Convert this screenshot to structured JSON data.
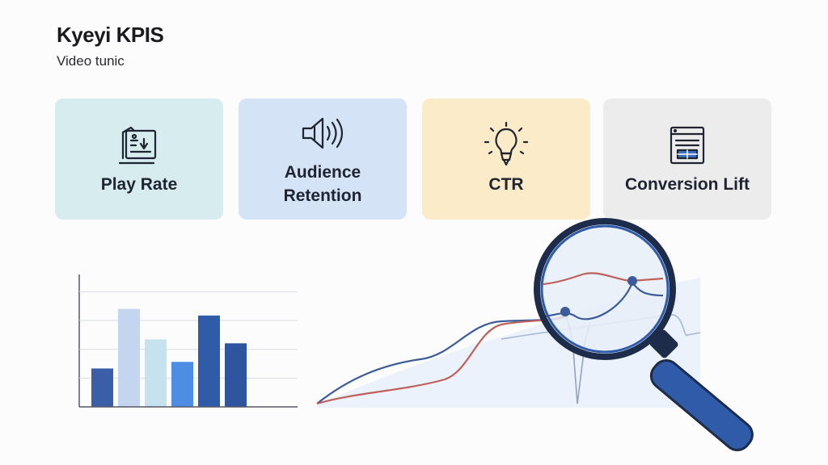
{
  "header": {
    "title": "Kyeyi KPIS",
    "subtitle": "Video tunic"
  },
  "cards": [
    {
      "label": "Play Rate",
      "icon": "dashboard-screen-icon",
      "color": "#d6ecef"
    },
    {
      "label": "Audience\nRetention",
      "icon": "speaker-icon",
      "color": "#d4e3f6"
    },
    {
      "label": "CTR",
      "icon": "lightbulb-icon",
      "color": "#fbebc9"
    },
    {
      "label": "Conversion Lift",
      "icon": "browser-window-icon",
      "color": "#ececed"
    }
  ],
  "colors": {
    "bar_light": "#c3d5ef",
    "bar_mid": "#4d8ee4",
    "bar_dark": "#2f5ba8",
    "line_blue": "#3b5b9a",
    "line_red": "#c0605a",
    "magnifier": "#2f5ba8"
  },
  "chart_data": {
    "type": "bar",
    "categories": [
      "",
      "",
      "",
      "",
      "",
      ""
    ],
    "values": [
      29,
      74,
      51,
      34,
      69,
      48
    ],
    "ylim": [
      0,
      100
    ],
    "grid": true,
    "xlabel": "",
    "ylabel": ""
  }
}
